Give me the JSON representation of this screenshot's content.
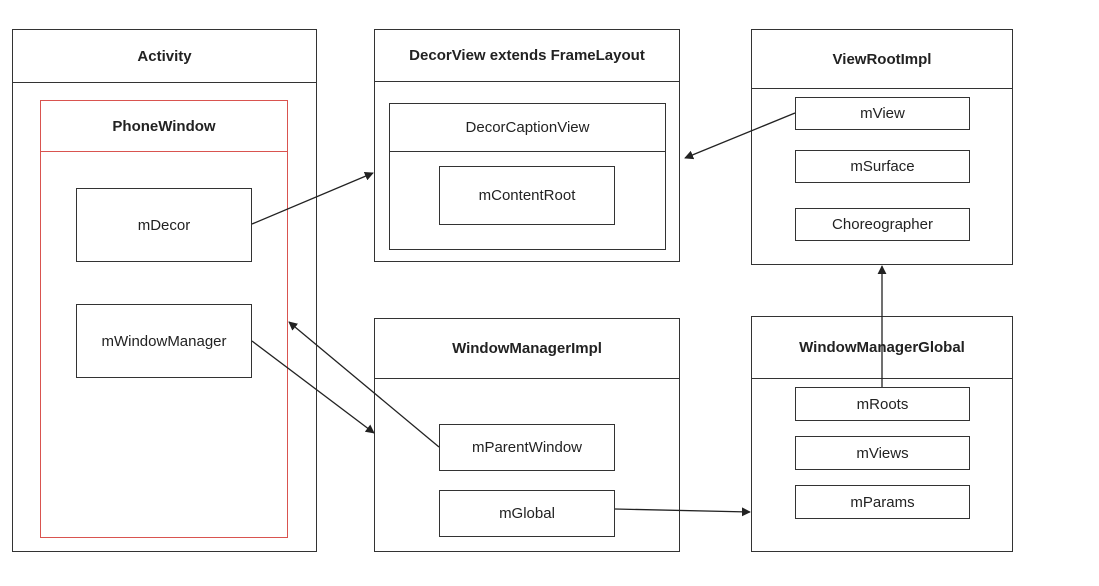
{
  "activity": {
    "title": "Activity"
  },
  "phone_window": {
    "title": "PhoneWindow",
    "fields": {
      "decor": "mDecor",
      "window_manager": "mWindowManager"
    }
  },
  "decor_view": {
    "title": "DecorView extends FrameLayout",
    "caption": "DecorCaptionView",
    "content_root": "mContentRoot"
  },
  "view_root_impl": {
    "title": "ViewRootImpl",
    "fields": {
      "view": "mView",
      "surface": "mSurface",
      "choreographer": "Choreographer"
    }
  },
  "window_manager_impl": {
    "title": "WindowManagerImpl",
    "fields": {
      "parent_window": "mParentWindow",
      "global": "mGlobal"
    }
  },
  "window_manager_global": {
    "title": "WindowManagerGlobal",
    "fields": {
      "roots": "mRoots",
      "views": "mViews",
      "params": "mParams"
    }
  },
  "colors": {
    "border": "#333333",
    "highlight": "#d9534f",
    "arrow": "#222222"
  }
}
